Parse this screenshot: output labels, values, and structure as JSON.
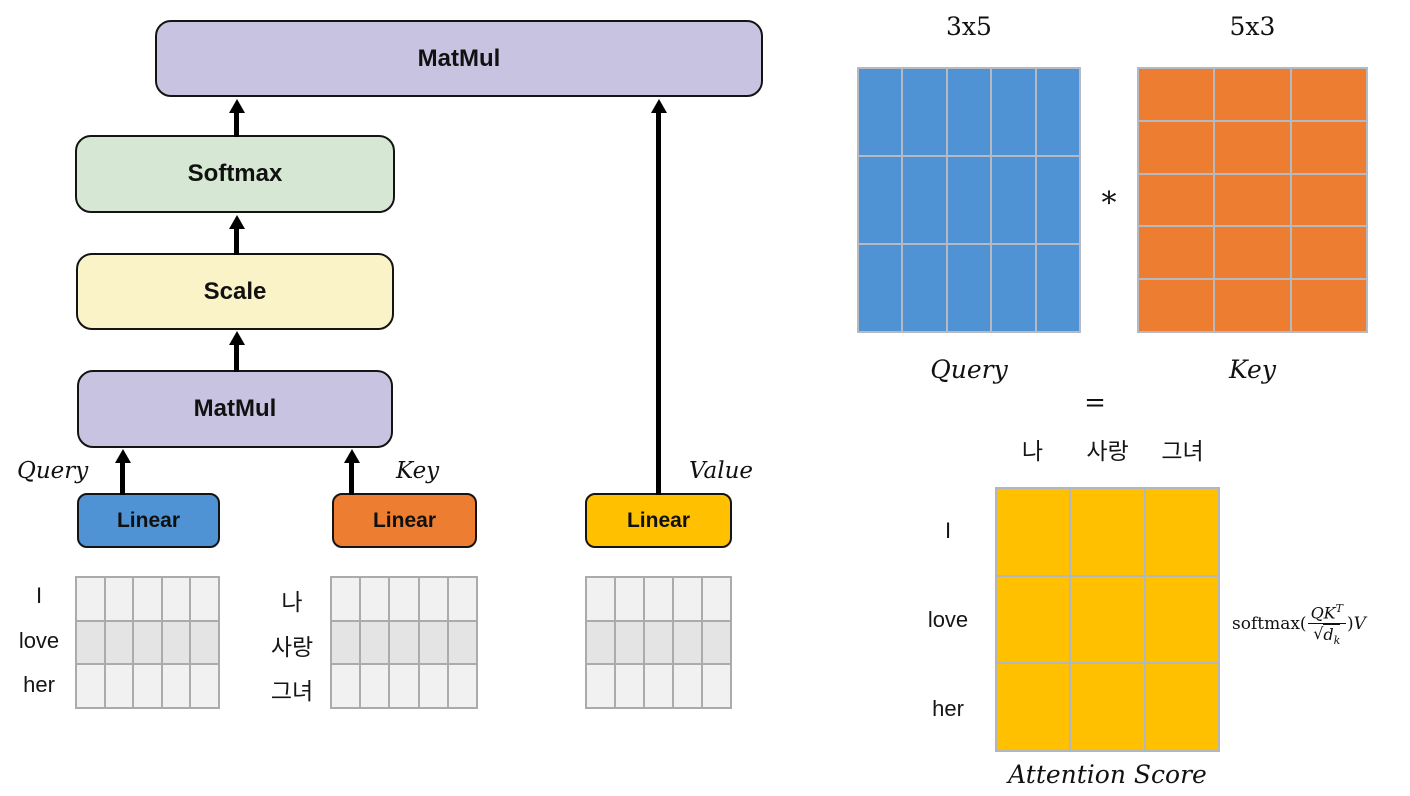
{
  "flow": {
    "matmul_top": "MatMul",
    "softmax": "Softmax",
    "scale": "Scale",
    "matmul_lower": "MatMul",
    "linear_query": "Linear",
    "linear_key": "Linear",
    "linear_value": "Linear",
    "query_label": "Query",
    "key_label": "Key",
    "value_label": "Value"
  },
  "tokens": {
    "english": [
      "I",
      "love",
      "her"
    ],
    "korean": [
      "나",
      "사랑",
      "그녀"
    ]
  },
  "matrices": {
    "query_input_grid": "3x5",
    "key_input_grid": "3x5",
    "value_input_grid": "3x5",
    "query": {
      "dims": "3x5",
      "grid": "3x5",
      "caption": "Query"
    },
    "key": {
      "dims": "5x3",
      "grid": "5x3",
      "caption": "Key"
    },
    "attention": {
      "grid": "3x3",
      "caption": "Attention Score",
      "col_labels": [
        "나",
        "사랑",
        "그녀"
      ],
      "row_labels": [
        "I",
        "love",
        "her"
      ]
    }
  },
  "operators": {
    "multiply": "*",
    "equals": "="
  },
  "formula": {
    "func": "softmax(",
    "num_base": "QK",
    "num_sup": "T",
    "radical": "√",
    "den_base": "d",
    "den_sub": "k",
    "close_paren": ")",
    "v": "V"
  },
  "colors": {
    "purple": "#c9c3e2",
    "green": "#d6e8d3",
    "pale_yellow": "#faf3c8",
    "blue": "#4f93d4",
    "orange": "#ed7d31",
    "gold": "#ffc000"
  }
}
